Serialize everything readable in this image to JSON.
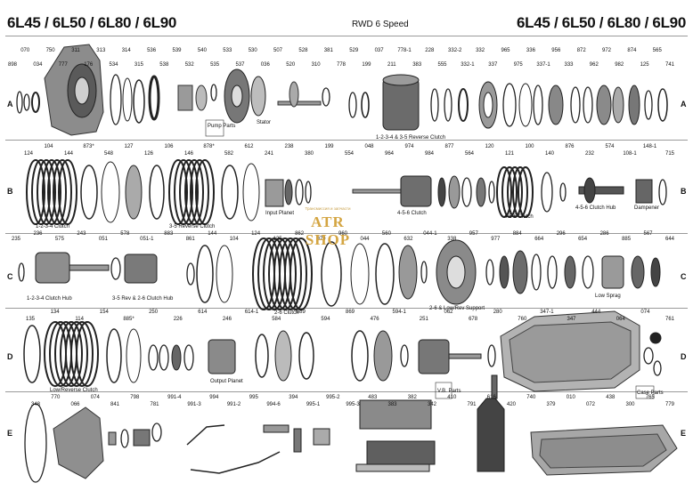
{
  "header": {
    "models_left": "6L45 / 6L50 / 6L80 / 6L90",
    "models_right": "6L45 / 6L50 / 6L80 / 6L90",
    "speed": "RWD 6 Speed"
  },
  "watermark": {
    "top": "Трансмиссия и запчасти",
    "main": "ATR SHOP"
  },
  "rows": {
    "A": "A",
    "B": "B",
    "C": "C",
    "D": "D",
    "E": "E"
  },
  "captions": {
    "reverse_clutch": "1-2-3-4 & 3-5 Reverse Clutch",
    "pump_parts": "Pump Parts",
    "stator": "Stator",
    "c1234": "1-2-3-4 Clutch",
    "c35r": "3-5 Reverse Clutch",
    "input_planet": "Input Planet",
    "c456": "4-5-6 Clutch",
    "c456b": "4-5-6 Clutch",
    "c456hub": "4-5-6 Clutch Hub",
    "dampener": "Dampener",
    "hub1234": "1-2-3-4 Clutch Hub",
    "hub35": "3-5 Rev & 2-6 Clutch Hub",
    "c26": "2-6 Clutch",
    "lowrev_support": "2-6 & Low/Rev Support",
    "low_sprag": "Low Sprag",
    "lowrev_clutch": "Low/Reverse Clutch",
    "output_planet": "Output Planet",
    "vb_parts": "V.B. Parts",
    "case_parts": "Case Parts"
  },
  "part_numbers": {
    "row_a": [
      "898",
      "070",
      "034",
      "750",
      "777",
      "311",
      "176",
      "313",
      "534",
      "314",
      "315",
      "536",
      "538",
      "539",
      "532",
      "540",
      "535",
      "533",
      "537",
      "530",
      "036",
      "507",
      "520",
      "528",
      "310",
      "381",
      "778",
      "529",
      "199",
      "037",
      "211",
      "778-1",
      "383",
      "228",
      "555",
      "332-2",
      "332-1",
      "332",
      "337",
      "965",
      "975",
      "336",
      "337-1",
      "956",
      "333",
      "872",
      "962",
      "972",
      "982",
      "874",
      "125",
      "565",
      "741"
    ],
    "row_b": [
      "124",
      "104",
      "144",
      "873*",
      "548",
      "127",
      "126",
      "106",
      "146",
      "878*",
      "582",
      "612",
      "241",
      "238",
      "380",
      "199",
      "554",
      "048",
      "964",
      "974",
      "984",
      "877",
      "564",
      "120",
      "121",
      "100",
      "140",
      "876",
      "232",
      "574",
      "108-1",
      "148-1",
      "715"
    ],
    "row_c": [
      "235",
      "236",
      "575",
      "243",
      "051",
      "578",
      "051-1",
      "883",
      "861",
      "144",
      "104",
      "124",
      "125",
      "862",
      "970",
      "960",
      "044",
      "560",
      "632",
      "044-1",
      "338",
      "957",
      "977",
      "884",
      "664",
      "296",
      "654",
      "286",
      "885",
      "567",
      "644"
    ],
    "row_d": [
      "135",
      "134",
      "114",
      "154",
      "885*",
      "250",
      "226",
      "614",
      "246",
      "614-1",
      "584",
      "889",
      "594",
      "869",
      "476",
      "594-1",
      "251",
      "062",
      "678",
      "280",
      "760",
      "347-1",
      "347",
      "444",
      "064",
      "074",
      "761"
    ],
    "row_e": [
      "348",
      "770",
      "066",
      "074",
      "841",
      "798",
      "781",
      "991-4",
      "991-3",
      "994",
      "991-2",
      "995",
      "994-6",
      "394",
      "995-1",
      "995-2",
      "995-3",
      "483",
      "383",
      "382",
      "342",
      "410",
      "791",
      "616",
      "420",
      "740",
      "379",
      "010",
      "072",
      "438",
      "300",
      "765",
      "779"
    ]
  }
}
